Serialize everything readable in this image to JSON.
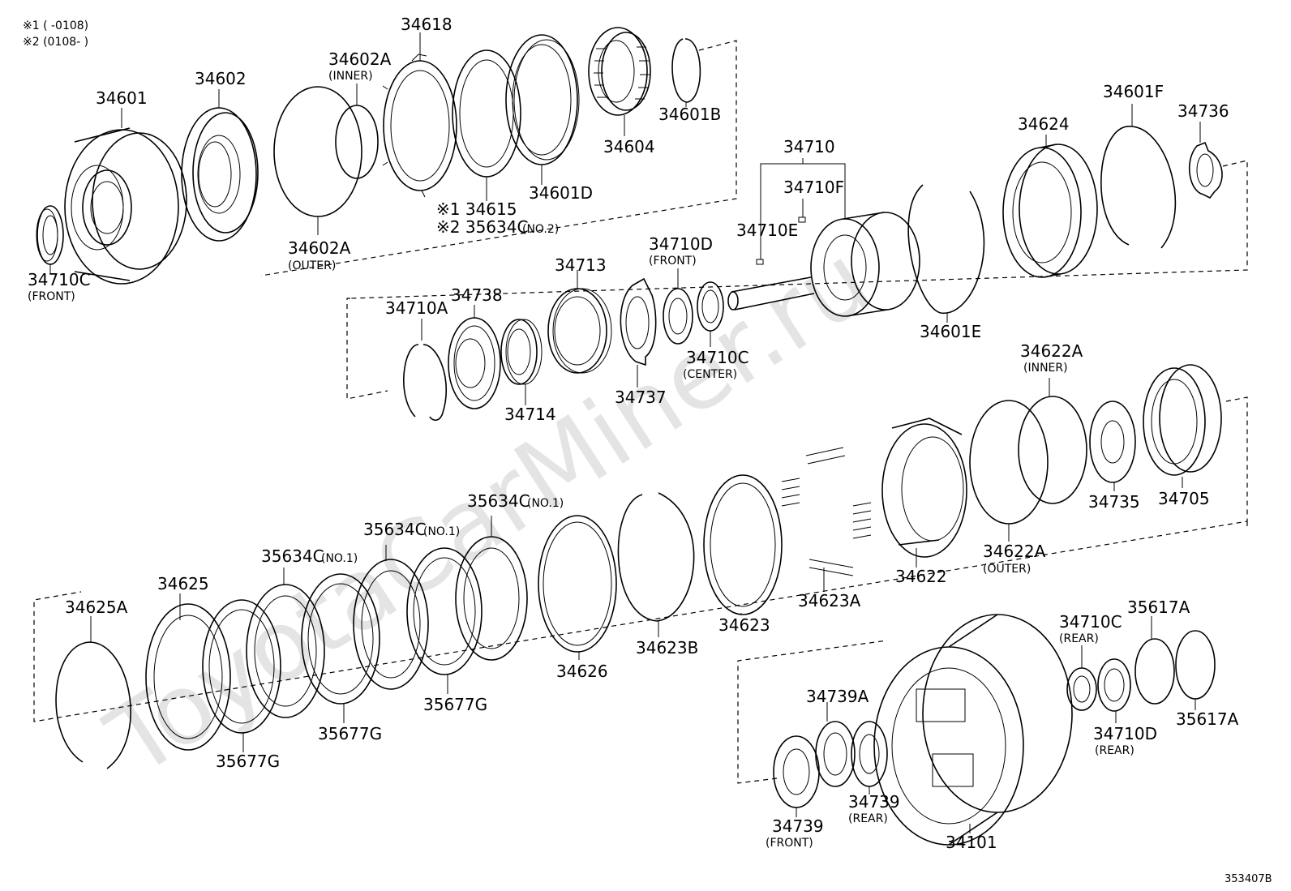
{
  "notes": {
    "note1": "※1 (      -0108)",
    "note2": "※2 (0108-      )"
  },
  "watermark": "ToyotaCarMiner.ru",
  "drawing_ref": "353407B",
  "labels": {
    "p34618": "34618",
    "p34602A_inner": "34602A",
    "p34602A_inner_sub": "(INNER)",
    "p34601": "34601",
    "p34602": "34602",
    "p34604": "34604",
    "p34601B": "34601B",
    "p34601D": "34601D",
    "p34615": "※1 34615",
    "p35634C_no2": "※2 35634C",
    "p35634C_no2_sub": "(NO.2)",
    "p34602A_outer": "34602A",
    "p34602A_outer_sub": "(OUTER)",
    "p34710C_front": "34710C",
    "p34710C_front_sub": "(FRONT)",
    "p34601F": "34601F",
    "p34736": "34736",
    "p34624": "34624",
    "p34710": "34710",
    "p34710F": "34710F",
    "p34710E": "34710E",
    "p34710D_front": "34710D",
    "p34710D_front_sub": "(FRONT)",
    "p34713": "34713",
    "p34738": "34738",
    "p34710A": "34710A",
    "p34714": "34714",
    "p34737": "34737",
    "p34710C_center": "34710C",
    "p34710C_center_sub": "(CENTER)",
    "p34601E": "34601E",
    "p34622A_inner": "34622A",
    "p34622A_inner_sub": "(INNER)",
    "p34735": "34735",
    "p34705": "34705",
    "p34622": "34622",
    "p34622A_outer": "34622A",
    "p34622A_outer_sub": "(OUTER)",
    "p34623A": "34623A",
    "p34623": "34623",
    "p34623B": "34623B",
    "p34626": "34626",
    "p35634C_a": "35634C",
    "p35634C_a_sub": "(NO.1)",
    "p35634C_b": "35634C",
    "p35634C_b_sub": "(NO.1)",
    "p35634C_c": "35634C",
    "p35634C_c_sub": "(NO.1)",
    "p34625": "34625",
    "p34625A": "34625A",
    "p35677G_a": "35677G",
    "p35677G_b": "35677G",
    "p35677G_c": "35677G",
    "p34710C_rear": "34710C",
    "p34710C_rear_sub": "(REAR)",
    "p35617A_top": "35617A",
    "p35617A_bot": "35617A",
    "p34710D_rear": "34710D",
    "p34710D_rear_sub": "(REAR)",
    "p34739A": "34739A",
    "p34739_rear": "34739",
    "p34739_rear_sub": "(REAR)",
    "p34739_front": "34739",
    "p34739_front_sub": "(FRONT)",
    "p34101": "34101"
  }
}
